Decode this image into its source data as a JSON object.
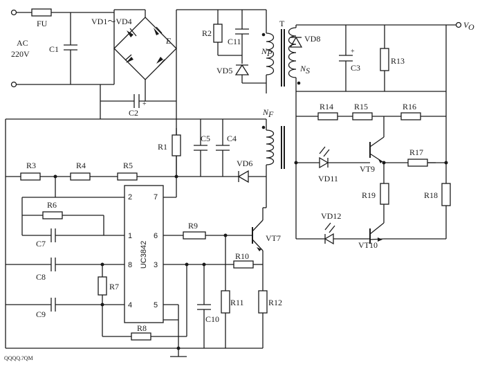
{
  "labels": {
    "fu": "FU",
    "ac": "AC",
    "v220": "220V",
    "c1": "C1",
    "vd1_4": "VD1～VD4",
    "e": "E",
    "c2": "C2",
    "r2": "R2",
    "c11": "C11",
    "vd5": "VD5",
    "np_n": "N",
    "np_s": "P",
    "t": "T",
    "vd8": "VD8",
    "ns_n": "N",
    "ns_s": "S",
    "c3": "C3",
    "r13": "R13",
    "vo_v": "V",
    "vo_s": "O",
    "nf_n": "N",
    "nf_s": "F",
    "r1": "R1",
    "c5": "C5",
    "c4": "C4",
    "vd6": "VD6",
    "r3": "R3",
    "r4": "R4",
    "r5": "R5",
    "r6": "R6",
    "c7": "C7",
    "c8": "C8",
    "c9": "C9",
    "r7": "R7",
    "r8": "R8",
    "r9": "R9",
    "r10": "R10",
    "r11": "R11",
    "r12": "R12",
    "c10": "C10",
    "vt7": "VT7",
    "ic": "UC3842",
    "pin2": "2",
    "pin7": "7",
    "pin1": "1",
    "pin6": "6",
    "pin8": "8",
    "pin3": "3",
    "pin4": "4",
    "pin5": "5",
    "r14": "R14",
    "r15": "R15",
    "r16": "R16",
    "r17": "R17",
    "r18": "R18",
    "r19": "R19",
    "vt9": "VT9",
    "vt10": "VT10",
    "vd11": "VD11",
    "vd12": "VD12",
    "plus_c2": "+",
    "plus_c3": "+",
    "watermark": "QQQQ.?QM"
  }
}
